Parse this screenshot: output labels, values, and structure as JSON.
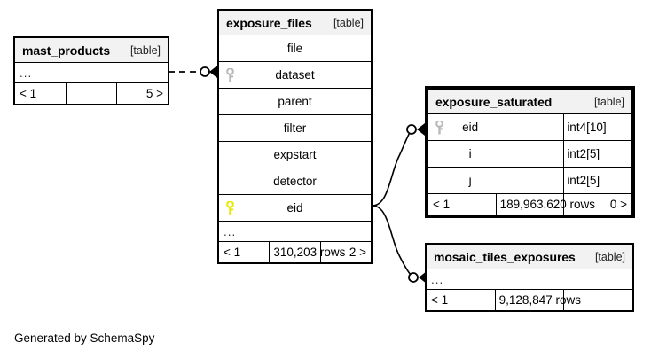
{
  "diagram": {
    "kind": "database-schema-erd",
    "caption": "Generated by SchemaSpy",
    "table_kind_label": "[table]",
    "ellipsis": "...",
    "colors": {
      "header_fill": "#f2f2f2",
      "line": "#000000",
      "pk_key": "#e8e800",
      "fk_key": "#b8b8b8",
      "background": "#ffffff"
    }
  },
  "tables": {
    "mast_products": {
      "name": "mast_products",
      "kind": "[table]",
      "ellipsis": "...",
      "footer": {
        "left": "< 1",
        "middle": "",
        "right": "5 >"
      }
    },
    "exposure_files": {
      "name": "exposure_files",
      "kind": "[table]",
      "columns": [
        {
          "name": "file",
          "key": "none"
        },
        {
          "name": "dataset",
          "key": "fk"
        },
        {
          "name": "parent",
          "key": "none"
        },
        {
          "name": "filter",
          "key": "none"
        },
        {
          "name": "expstart",
          "key": "none"
        },
        {
          "name": "detector",
          "key": "none"
        },
        {
          "name": "eid",
          "key": "pk"
        }
      ],
      "ellipsis": "...",
      "footer": {
        "left": "< 1",
        "middle": "310,203 rows",
        "right": "2 >"
      }
    },
    "exposure_saturated": {
      "name": "exposure_saturated",
      "kind": "[table]",
      "columns": [
        {
          "name": "eid",
          "key": "fk",
          "type": "int4[10]"
        },
        {
          "name": "i",
          "key": "none",
          "type": "int2[5]"
        },
        {
          "name": "j",
          "key": "none",
          "type": "int2[5]"
        }
      ],
      "footer": {
        "left": "< 1",
        "middle": "189,963,620 rows",
        "right": "0 >"
      }
    },
    "mosaic_tiles_exposures": {
      "name": "mosaic_tiles_exposures",
      "kind": "[table]",
      "ellipsis": "...",
      "footer": {
        "left": "< 1",
        "middle": "9,128,847 rows",
        "right": ""
      }
    }
  },
  "relationships": [
    {
      "from": "mast_products",
      "to": "exposure_files.dataset",
      "style": "dashed",
      "source_cardinality": "zero",
      "target_cardinality": "many"
    },
    {
      "from": "exposure_files.eid",
      "to": "exposure_saturated.eid",
      "style": "solid",
      "source_cardinality": "many",
      "target_cardinality": "zero-many"
    },
    {
      "from": "exposure_files.eid",
      "to": "mosaic_tiles_exposures",
      "style": "solid",
      "source_cardinality": "many",
      "target_cardinality": "zero-many"
    }
  ]
}
